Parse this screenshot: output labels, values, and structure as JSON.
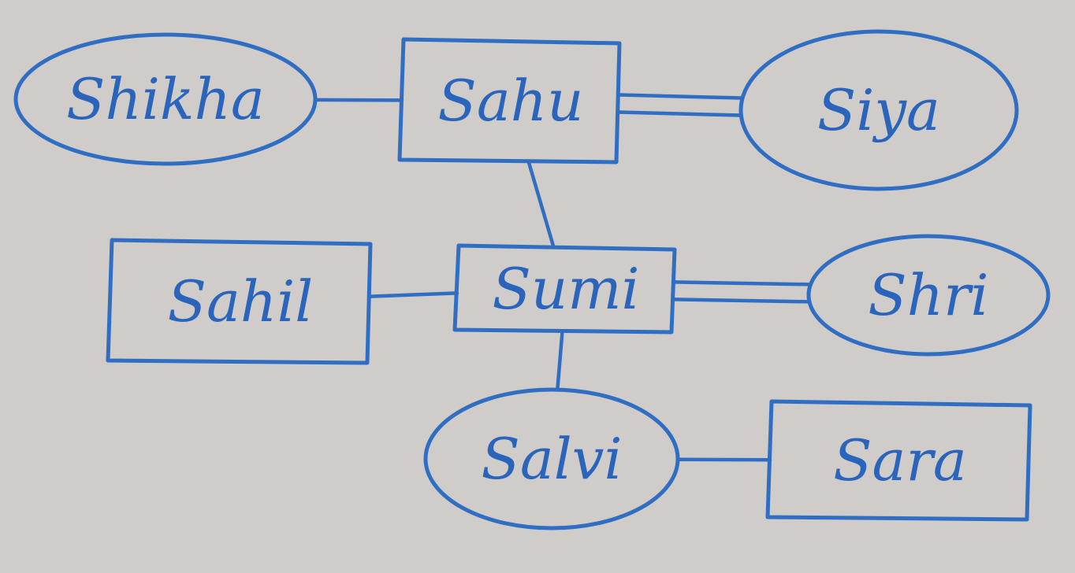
{
  "diagram": {
    "ink_color": "#2f6ec2",
    "paper_color": "#cfccc9",
    "nodes": [
      {
        "id": "shikha",
        "label": "Shikha",
        "shape": "ellipse"
      },
      {
        "id": "sahu",
        "label": "Sahu",
        "shape": "rectangle"
      },
      {
        "id": "siya",
        "label": "Siya",
        "shape": "ellipse"
      },
      {
        "id": "sahil",
        "label": "Sahil",
        "shape": "rectangle"
      },
      {
        "id": "sumi",
        "label": "Sumi",
        "shape": "rectangle"
      },
      {
        "id": "shri",
        "label": "Shri",
        "shape": "ellipse"
      },
      {
        "id": "salvi",
        "label": "Salvi",
        "shape": "ellipse"
      },
      {
        "id": "sara",
        "label": "Sara",
        "shape": "rectangle"
      }
    ],
    "edges": [
      {
        "from": "shikha",
        "to": "sahu",
        "style": "single"
      },
      {
        "from": "sahu",
        "to": "siya",
        "style": "double"
      },
      {
        "from": "sahu",
        "to": "sumi",
        "style": "single"
      },
      {
        "from": "sahil",
        "to": "sumi",
        "style": "single"
      },
      {
        "from": "sumi",
        "to": "shri",
        "style": "double"
      },
      {
        "from": "sumi",
        "to": "salvi",
        "style": "single"
      },
      {
        "from": "salvi",
        "to": "sara",
        "style": "single"
      }
    ]
  }
}
